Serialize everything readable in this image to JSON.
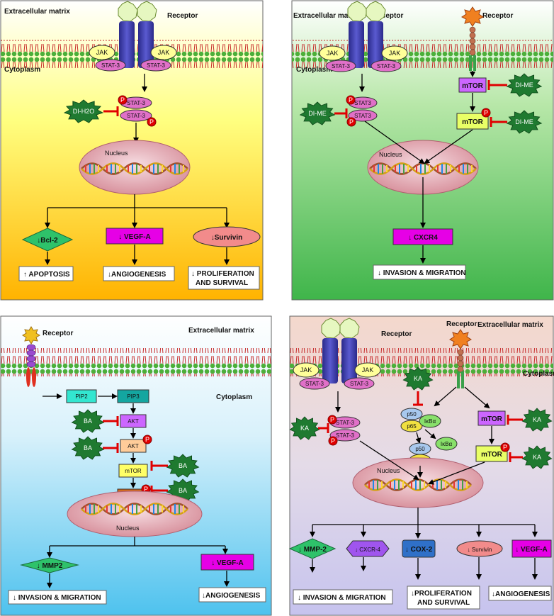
{
  "panel_a": {
    "extracellular": "Extracellular matrix",
    "receptor": "Receptor",
    "cytoplasm": "Cytoplasm",
    "jak": "JAK",
    "stat3": "STAT-3",
    "p": "P",
    "inhibitor": "DI-H2O",
    "nucleus": "Nucleus",
    "targets": [
      "Bcl-2",
      "VEGF-A",
      "Survivin"
    ],
    "target_arrows": [
      "↓",
      "↓",
      "↓"
    ],
    "outcomes": [
      "APOPTOSIS",
      "ANGIOGENESIS",
      "PROLIFERATION",
      "AND SURVIVAL"
    ],
    "outcome_arrows": [
      "↑",
      "↓",
      "↓"
    ]
  },
  "panel_b": {
    "extracellular": "Extracellular matrix",
    "receptor1": "Receptor",
    "receptor2": "Receptor",
    "cytoplasm": "Cytoplasm",
    "jak": "JAK",
    "stat3": "STAT-3",
    "stat3b": "STAT3",
    "p": "P",
    "mtor": "mTOR",
    "inhibitor": "DI-ME",
    "nucleus": "Nucleus",
    "target": "CXCR4",
    "target_arrow": "↓",
    "outcome": "INVASION & MIGRATION",
    "outcome_arrow": "↓"
  },
  "panel_c": {
    "receptor": "Receptor",
    "extracellular": "Extracellular matrix",
    "cytoplasm": "Cytoplasm",
    "pip2": "PIP2",
    "pip3": "PIP3",
    "akt": "AKT",
    "mtor": "mTOR",
    "p": "P",
    "inhibitor": "BA",
    "nucleus": "Nucleus",
    "targets": [
      "MMP2",
      "VEGF-A"
    ],
    "target_arrows": [
      "↓",
      "↓"
    ],
    "outcomes": [
      "INVASION & MIGRATION",
      "ANGIOGENESIS"
    ],
    "outcome_arrows": [
      "↓",
      "↓"
    ]
  },
  "panel_d": {
    "receptor1": "Receptor",
    "receptor2": "Receptor",
    "extracellular": "Extracellular matrix",
    "cytoplasm": "Cytoplasm",
    "jak": "JAK",
    "stat3": "STAT-3",
    "p": "P",
    "inhibitor": "KA",
    "p50": "p50",
    "p65": "p65",
    "ikba": "IκBα",
    "mtor": "mTOR",
    "nucleus": "Nucleus",
    "targets": [
      "MMP-2",
      "CXCR-4",
      "COX-2",
      "Survivin",
      "VEGF-A"
    ],
    "target_arrows": [
      "↓",
      "↓",
      "↓",
      "↓",
      "↓"
    ],
    "outcomes": [
      "INVASION & MIGRATION",
      "PROLIFERATION",
      "AND SURVIVAL",
      "ANGIOGENESIS"
    ],
    "outcome_arrows": [
      "↓",
      "↓",
      "↓"
    ]
  },
  "colors": {
    "jak": "#ffff99",
    "stat3": "#e070c8",
    "inhibitor": "#1f8a3a",
    "red": "#e00000",
    "nucleus": "#e2a8b0",
    "magenta": "#e600e6",
    "membrane_green": "#3a9e3a"
  }
}
